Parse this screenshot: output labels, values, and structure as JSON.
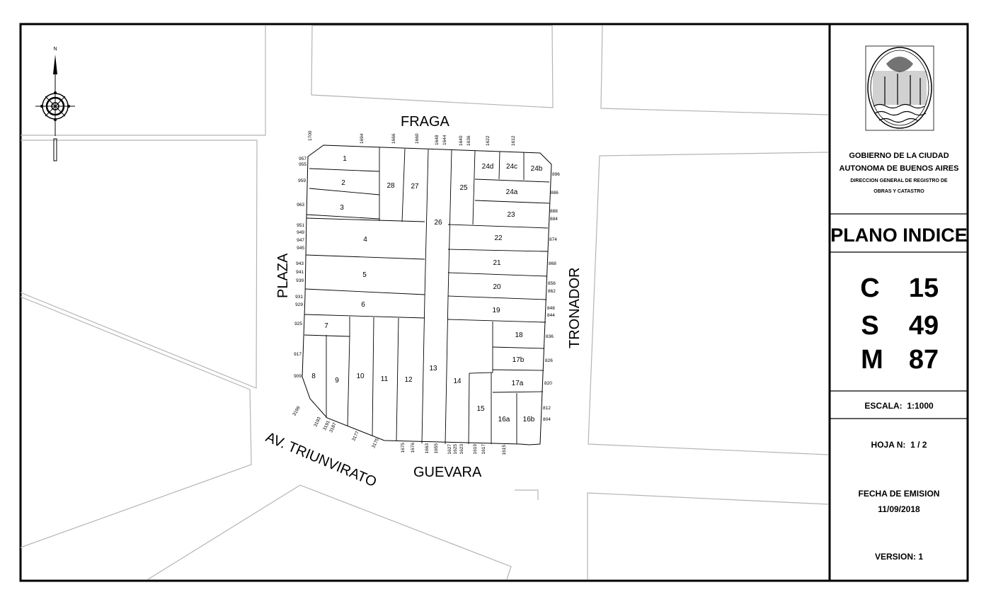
{
  "north": {
    "letter": "N"
  },
  "streets": {
    "fraga": "FRAGA",
    "plaza": "PLAZA",
    "tronador": "TRONADOR",
    "triunvirato": "AV. TRIUNVIRATO",
    "guevara": "GUEVARA"
  },
  "lots": {
    "l1": "1",
    "l2": "2",
    "l3": "3",
    "l4": "4",
    "l5": "5",
    "l6": "6",
    "l7": "7",
    "l8": "8",
    "l9": "9",
    "l10": "10",
    "l11": "11",
    "l12": "12",
    "l13": "13",
    "l14": "14",
    "l15": "15",
    "l16a": "16a",
    "l16b": "16b",
    "l17a": "17a",
    "l17b": "17b",
    "l18": "18",
    "l19": "19",
    "l20": "20",
    "l21": "21",
    "l22": "22",
    "l23": "23",
    "l24a": "24a",
    "l24b": "24b",
    "l24c": "24c",
    "l24d": "24d",
    "l25": "25",
    "l26": "26",
    "l27": "27",
    "l28": "28"
  },
  "door_numbers": {
    "fraga": [
      "1700",
      "1694",
      "1666",
      "1660",
      "1648",
      "1644",
      "1640",
      "1636",
      "1622",
      "1612"
    ],
    "plaza": [
      "957",
      "955",
      "959",
      "963",
      "951",
      "949",
      "947",
      "945",
      "943",
      "941",
      "939",
      "931",
      "929",
      "925",
      "917",
      "909"
    ],
    "tronador": [
      "896",
      "886",
      "888",
      "884",
      "874",
      "868",
      "856",
      "862",
      "848",
      "844",
      "836",
      "826",
      "820",
      "812",
      "804"
    ],
    "guevara": [
      "1675",
      "1676",
      "1663",
      "1655",
      "1627",
      "1625",
      "1623",
      "1619",
      "1617",
      "1615"
    ],
    "triunvirato": [
      "3199",
      "3193",
      "3191",
      "3187",
      "3177",
      "3175"
    ]
  },
  "title_block": {
    "gov_line1": "GOBIERNO DE LA CIUDAD",
    "gov_line2": "AUTONOMA DE BUENOS AIRES",
    "gov_line3": "DIRECCION GENERAL DE REGISTRO DE",
    "gov_line4": "OBRAS Y CATASTRO",
    "plan_title": "PLANO INDICE",
    "c_label": "C",
    "c_value": "15",
    "s_label": "S",
    "s_value": "49",
    "m_label": "M",
    "m_value": "87",
    "scale": "ESCALA:  1:1000",
    "sheet": "HOJA N:  1 / 2",
    "date_label": "FECHA DE EMISION",
    "date_value": "11/09/2018",
    "version": "VERSION: 1"
  }
}
